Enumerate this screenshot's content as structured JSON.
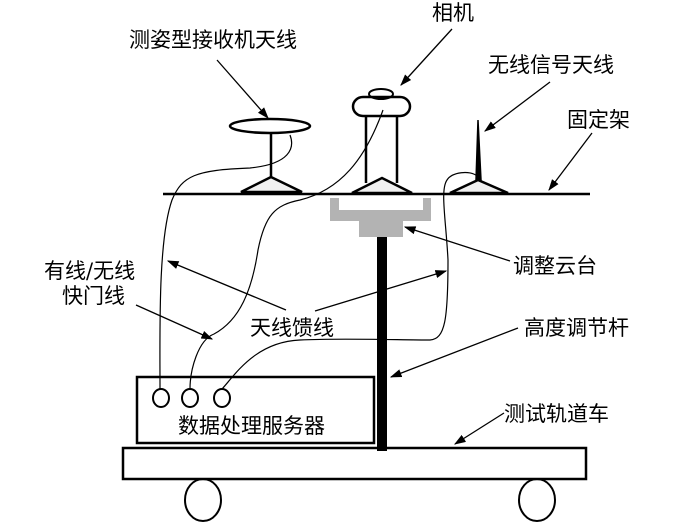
{
  "diagram": {
    "labels": {
      "attitude_antenna": "测姿型接收机天线",
      "camera": "相机",
      "wireless_antenna": "无线信号天线",
      "fixed_frame": "固定架",
      "pan_tilt": "调整云台",
      "shutter_line_1": "有线/无线",
      "shutter_line_2": "快门线",
      "antenna_feeder": "天线馈线",
      "height_rod": "高度调节杆",
      "server": "数据处理服务器",
      "trolley": "测试轨道车"
    },
    "colors": {
      "line": "#000000",
      "pan_tilt_fill": "#b3b3b3",
      "base_fill": "#f0f0f0",
      "background": "#ffffff"
    }
  }
}
